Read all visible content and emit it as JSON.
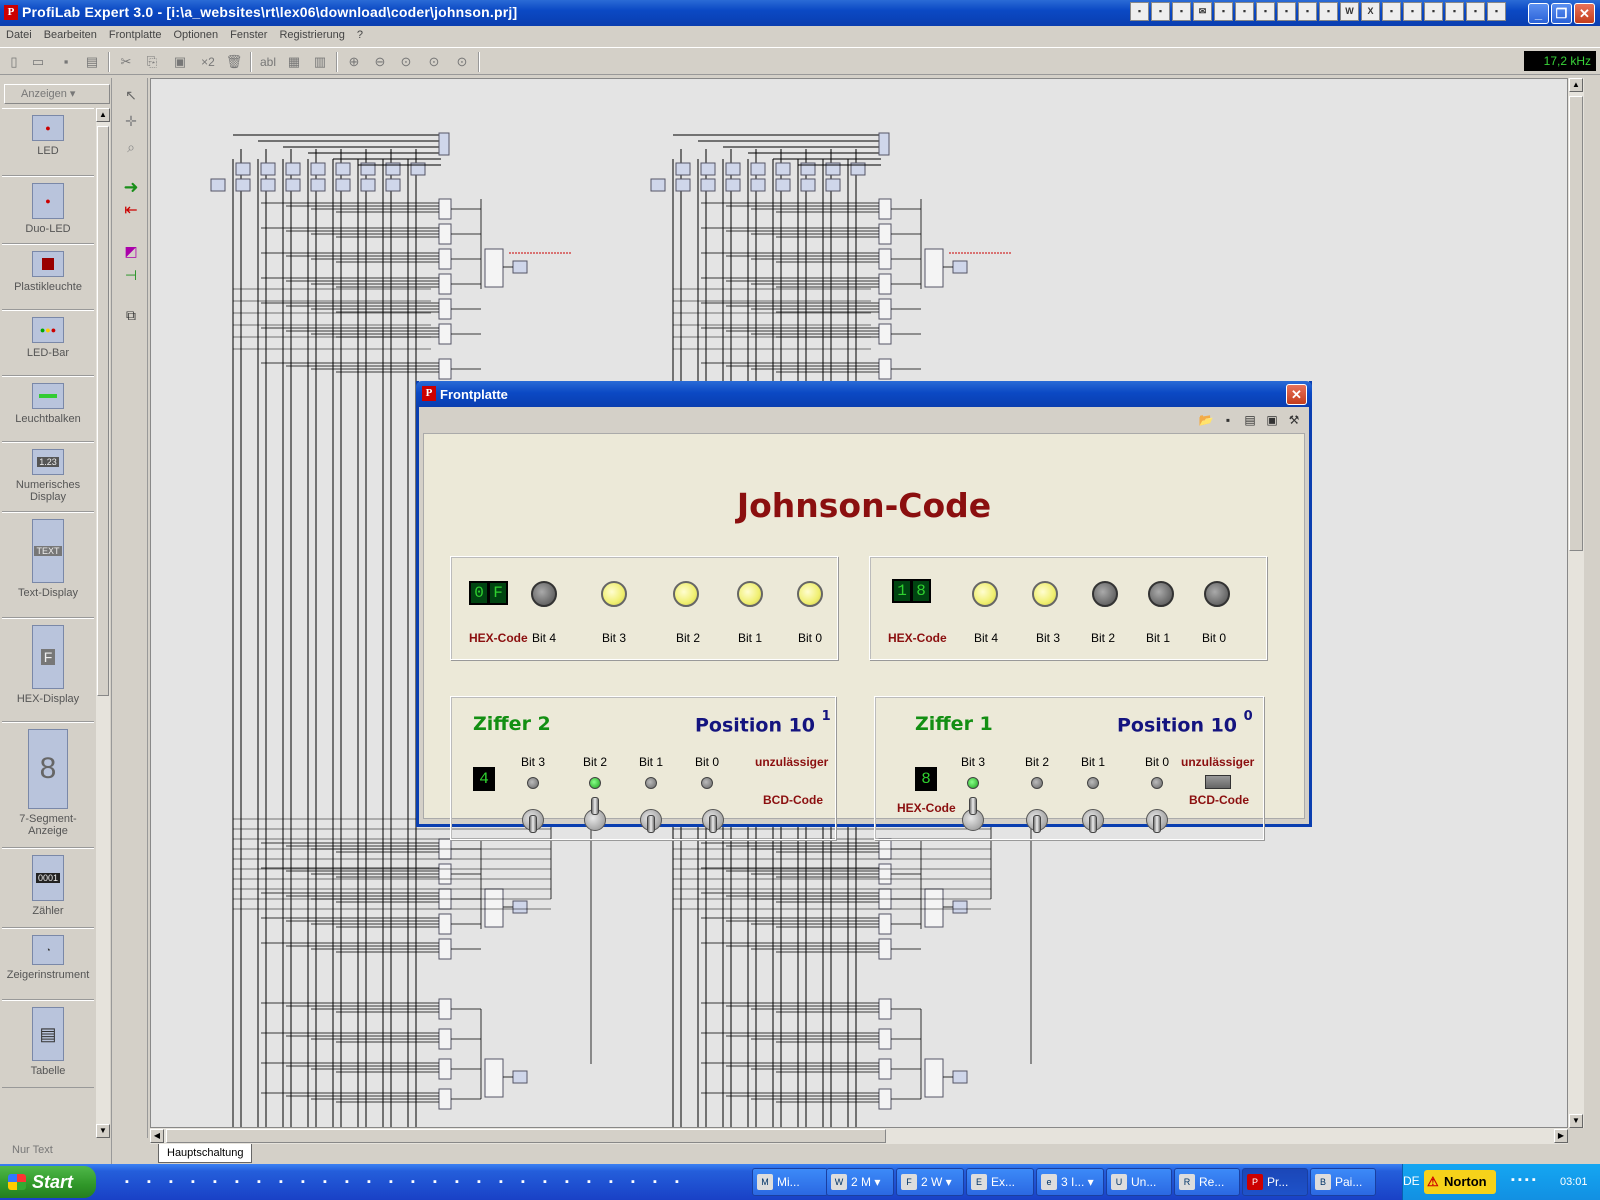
{
  "window": {
    "title": "ProfiLab Expert 3.0 - [i:\\a_websites\\rt\\lex06\\download\\coder\\johnson.prj]",
    "app_icon_letter": "P"
  },
  "menu": [
    "Datei",
    "Bearbeiten",
    "Frontplatte",
    "Optionen",
    "Fenster",
    "Registrierung",
    "?"
  ],
  "toolbar": {
    "frequency": "17,2 kHz",
    "icons": [
      "new-icon",
      "open-icon",
      "save-icon",
      "print-icon",
      "cut-icon",
      "copy-icon",
      "paste-icon",
      "duplicate-icon",
      "delete-icon",
      "text-icon",
      "grid-icon",
      "align-icon",
      "zoom-in-icon",
      "zoom-out-icon",
      "zoom-fit-icon",
      "zoom-page-icon",
      "zoom-all-icon"
    ],
    "duplicate_label": "×2",
    "text_label": "abl"
  },
  "palette": {
    "category": "Anzeigen",
    "items": [
      {
        "label": "LED",
        "tag": "LED0"
      },
      {
        "label": "Duo-LED",
        "tag": "DLED0"
      },
      {
        "label": "Plastikleuchte",
        "tag": "L40"
      },
      {
        "label": "LED-Bar",
        "tag": "LB0"
      },
      {
        "label": "Leuchtbalken",
        "tag": "LB0"
      },
      {
        "label": "Numerisches Display",
        "tag": "ND0"
      },
      {
        "label": "Text-Display",
        "tag": "TD0"
      },
      {
        "label": "HEX-Display",
        "tag": "HD0"
      },
      {
        "label": "7-Segment-Anzeige",
        "tag": "7Seg0"
      },
      {
        "label": "Zähler",
        "tag": "CO0"
      },
      {
        "label": "Zeigerinstrument",
        "tag": "IM0"
      },
      {
        "label": "Tabelle",
        "tag": "TAB0"
      }
    ],
    "footer": "Nur Text"
  },
  "sheet_tab": "Hauptschaltung",
  "dialog": {
    "title": "Frontplatte",
    "heading": "Johnson-Code",
    "left_display": {
      "hex": [
        "0",
        "F"
      ],
      "hex_label": "HEX-Code",
      "bits": [
        {
          "label": "Bit 4",
          "state": "off"
        },
        {
          "label": "Bit 3",
          "state": "on"
        },
        {
          "label": "Bit 2",
          "state": "on"
        },
        {
          "label": "Bit 1",
          "state": "on"
        },
        {
          "label": "Bit 0",
          "state": "on"
        }
      ]
    },
    "right_display": {
      "hex": [
        "1",
        "8"
      ],
      "hex_label": "HEX-Code",
      "bits": [
        {
          "label": "Bit 4",
          "state": "on"
        },
        {
          "label": "Bit 3",
          "state": "on"
        },
        {
          "label": "Bit 2",
          "state": "off"
        },
        {
          "label": "Bit 1",
          "state": "off"
        },
        {
          "label": "Bit 0",
          "state": "off"
        }
      ]
    },
    "digit2": {
      "title": "Ziffer 2",
      "position": "Position 10",
      "exponent": "1",
      "value": "4",
      "invalid_label": "unzulässiger",
      "bcd_label": "BCD-Code",
      "bits": [
        {
          "label": "Bit 3",
          "led": "off",
          "switch": "down"
        },
        {
          "label": "Bit 2",
          "led": "on",
          "switch": "up"
        },
        {
          "label": "Bit 1",
          "led": "off",
          "switch": "down"
        },
        {
          "label": "Bit 0",
          "led": "off",
          "switch": "down"
        }
      ]
    },
    "digit1": {
      "title": "Ziffer 1",
      "position": "Position 10",
      "exponent": "0",
      "value": "8",
      "hex_label": "HEX-Code",
      "invalid_label": "unzulässiger",
      "bcd_label": "BCD-Code",
      "bits": [
        {
          "label": "Bit 3",
          "led": "on",
          "switch": "up"
        },
        {
          "label": "Bit 2",
          "led": "off",
          "switch": "down"
        },
        {
          "label": "Bit 1",
          "led": "off",
          "switch": "down"
        },
        {
          "label": "Bit 0",
          "led": "off",
          "switch": "down"
        }
      ]
    }
  },
  "taskbar": {
    "start_label": "Start",
    "tasks": [
      {
        "label": "Mi...",
        "icon": "M"
      },
      {
        "label": "2 M",
        "icon": "W"
      },
      {
        "label": "2 W",
        "icon": "F"
      },
      {
        "label": "Ex...",
        "icon": "E"
      },
      {
        "label": "3 I...",
        "icon": "e"
      },
      {
        "label": "Un...",
        "icon": "U"
      },
      {
        "label": "Re...",
        "icon": "R"
      },
      {
        "label": "Pr...",
        "icon": "P"
      },
      {
        "label": "Pai...",
        "icon": "B"
      }
    ],
    "language": "DE",
    "norton": "Norton",
    "clock": "03:01"
  }
}
